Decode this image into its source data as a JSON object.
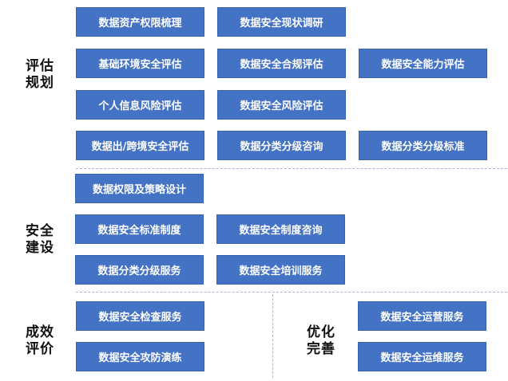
{
  "sections": {
    "plan": {
      "label_l1": "评估",
      "label_l2": "规划",
      "items": [
        "数据资产权限梳理",
        "数据安全现状调研",
        "基础环境安全评估",
        "数据安全合规评估",
        "数据安全能力评估",
        "个人信息风险评估",
        "数据安全风险评估",
        "数据出/跨境安全评估",
        "数据分类分级咨询",
        "数据分类分级标准"
      ]
    },
    "build": {
      "label_l1": "安全",
      "label_l2": "建设",
      "items": [
        "数据权限及策略设计",
        "数据安全标准制度",
        "数据安全制度咨询",
        "数据分类分级服务",
        "数据安全培训服务"
      ]
    },
    "eval": {
      "label_l1": "成效",
      "label_l2": "评价",
      "items": [
        "数据安全检查服务",
        "数据安全攻防演练"
      ]
    },
    "optimize": {
      "label_l1": "优化",
      "label_l2": "完善",
      "items": [
        "数据安全运营服务",
        "数据安全运维服务"
      ]
    }
  },
  "colors": {
    "box": "#4472c4",
    "divider": "#a9b8d6"
  }
}
